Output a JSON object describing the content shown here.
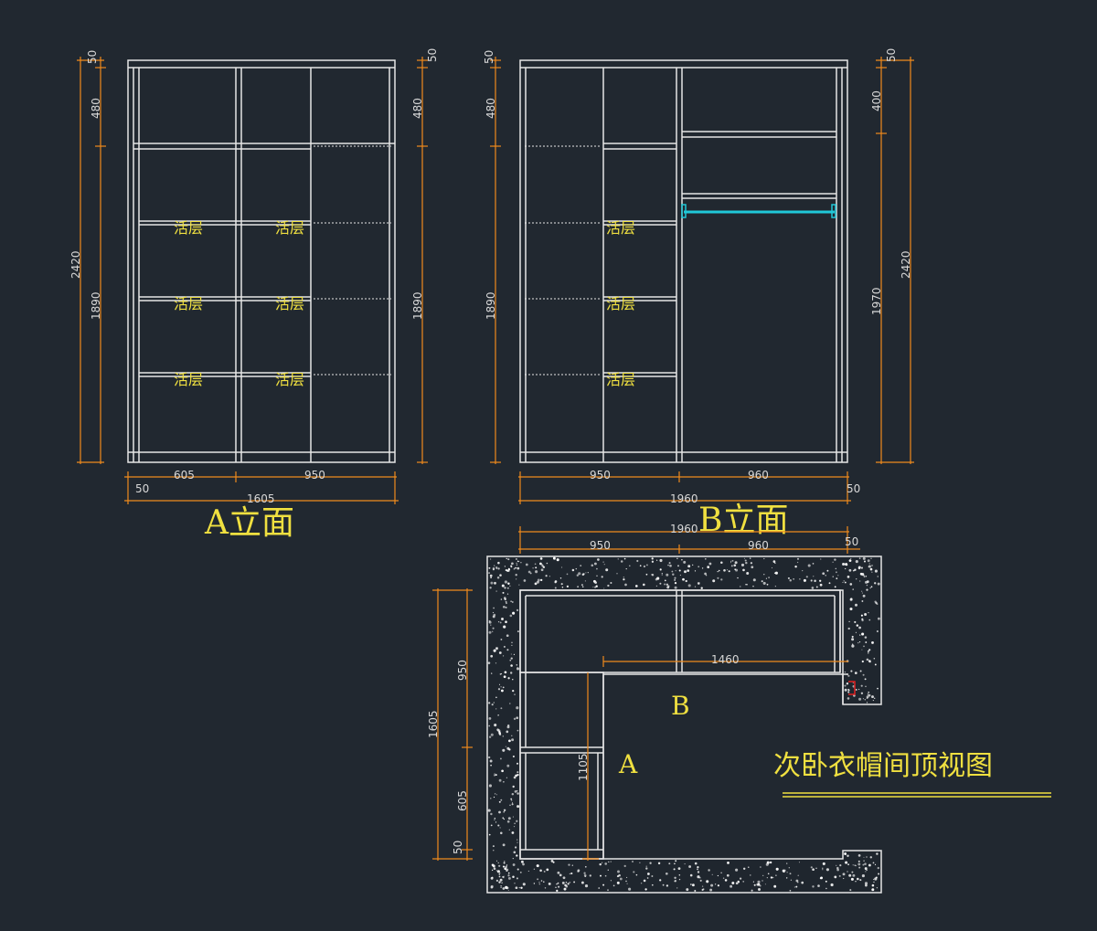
{
  "elevation_a": {
    "title": "A立面",
    "shelf_label": "活层",
    "dims_left": {
      "top": "50",
      "upper": "480",
      "total": "2420",
      "lower": "1890"
    },
    "dims_right": {
      "top": "50",
      "upper": "480",
      "lower": "1890"
    },
    "dims_bottom": {
      "side": "50",
      "left": "605",
      "right": "950",
      "total": "1605"
    }
  },
  "elevation_b": {
    "title": "B立面",
    "shelf_label": "活层",
    "dims_left": {
      "top": "50",
      "upper": "480",
      "lower": "1890"
    },
    "dims_right": {
      "top": "50",
      "upper": "400",
      "lower": "1970",
      "total": "2420"
    },
    "dims_bottom": {
      "left": "950",
      "right": "960",
      "side": "50",
      "total": "1960"
    }
  },
  "plan": {
    "title": "次卧衣帽间顶视图",
    "label_a": "A",
    "label_b": "B",
    "dims_top": {
      "total": "1960",
      "left": "950",
      "right": "960",
      "side": "50"
    },
    "dims_left": {
      "total": "1605",
      "upper": "950",
      "lower": "605",
      "bottom": "50"
    },
    "dim_inner_h": "1460",
    "dim_inner_v": "1105"
  },
  "colors": {
    "background": "#212830",
    "line": "#e6e6e6",
    "dimension": "#f08a1c",
    "label": "#f0e040",
    "rail": "#20c8d8",
    "marker": "#e02020"
  }
}
